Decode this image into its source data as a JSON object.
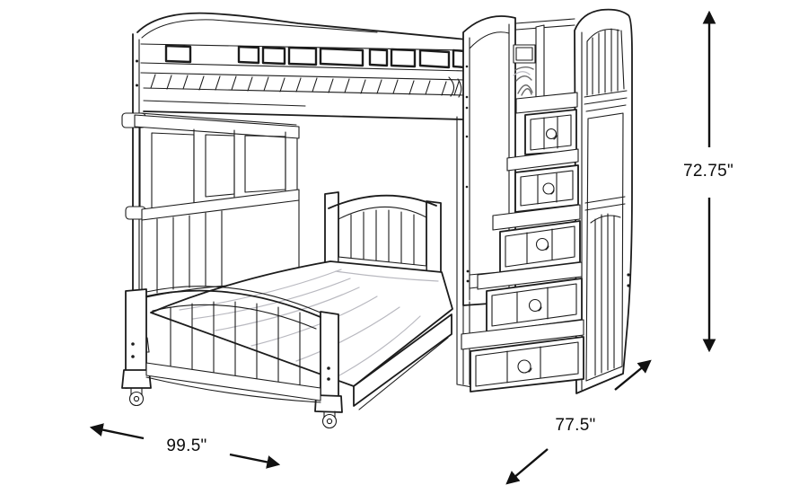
{
  "diagram": {
    "dimensions": {
      "height": {
        "label": "72.75\""
      },
      "width": {
        "label": "99.5\""
      },
      "depth": {
        "label": "77.5\""
      }
    },
    "colors": {
      "line": "#1c1c1c",
      "background": "#ffffff",
      "dimension_arrow": "#111111"
    }
  }
}
